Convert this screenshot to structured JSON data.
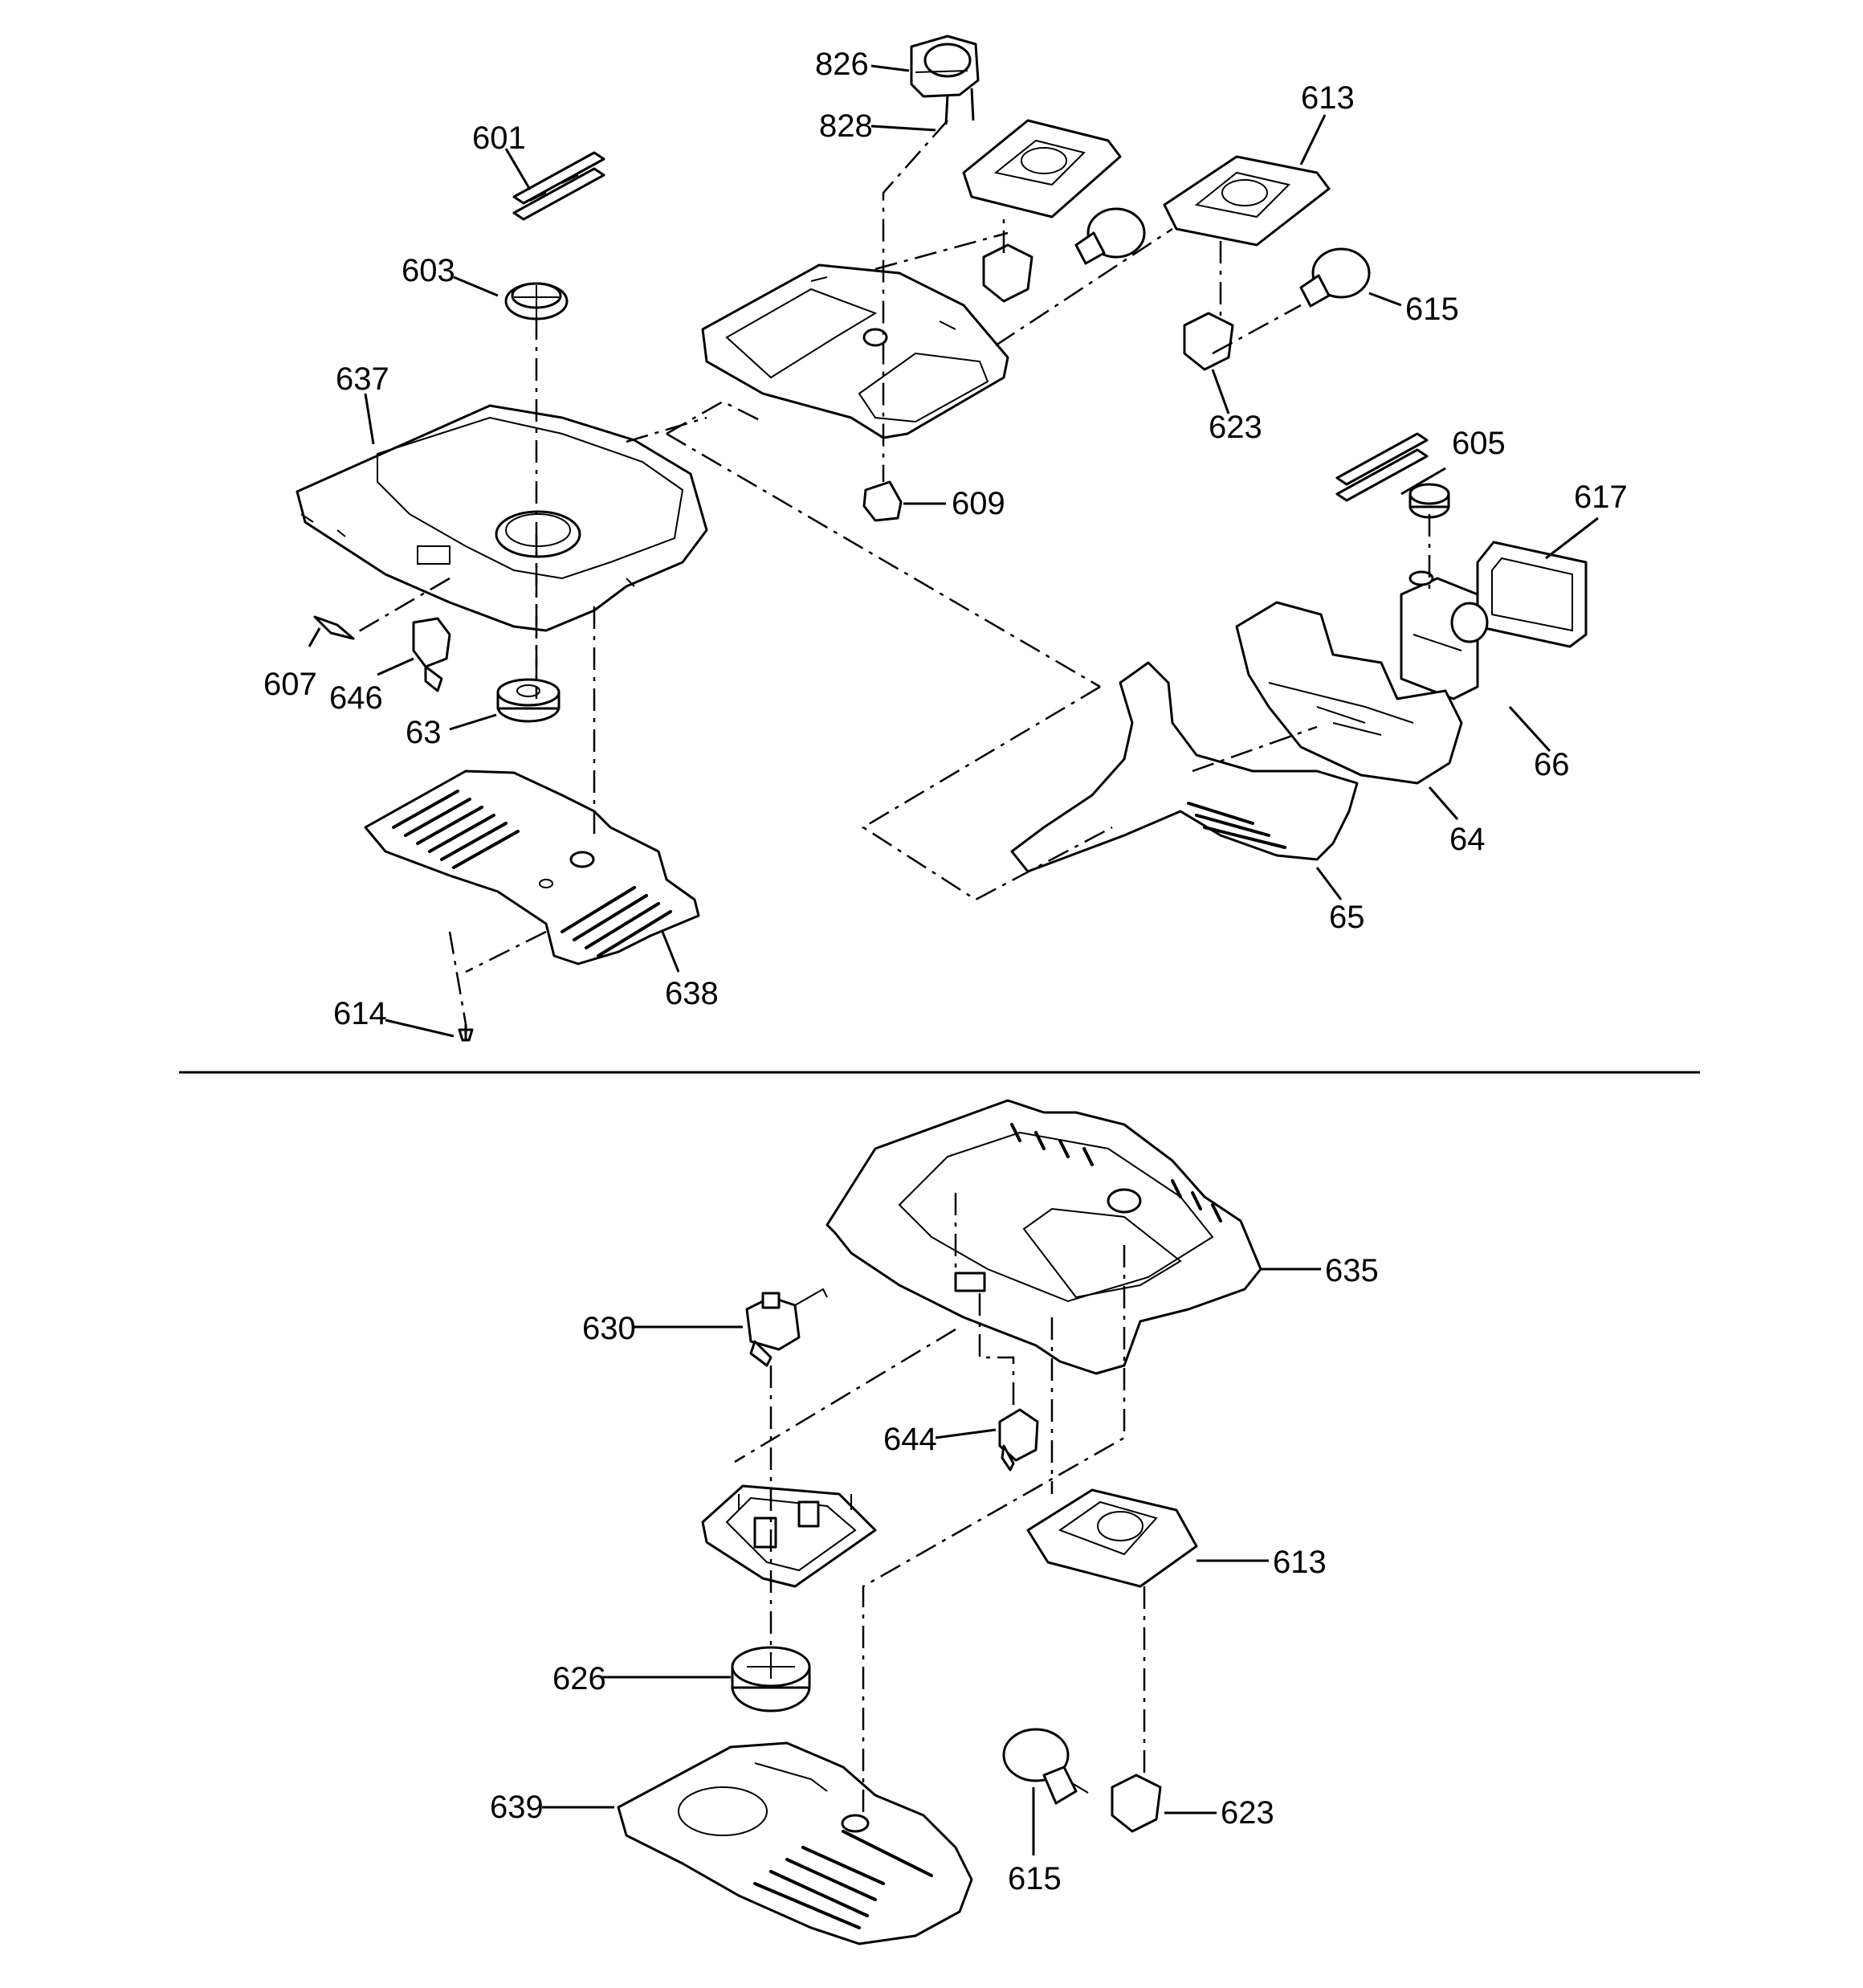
{
  "diagram": {
    "top_section": {
      "labels": {
        "p826": "826",
        "p828": "828",
        "p601": "601",
        "p603": "603",
        "p613": "613",
        "p615": "615",
        "p637": "637",
        "p623": "623",
        "p609": "609",
        "p605": "605",
        "p617": "617",
        "p607": "607",
        "p646": "646",
        "p63": "63",
        "p66": "66",
        "p64": "64",
        "p65": "65",
        "p614": "614",
        "p638": "638"
      }
    },
    "bottom_section": {
      "labels": {
        "p635": "635",
        "p630": "630",
        "p644": "644",
        "p613": "613",
        "p626": "626",
        "p639": "639",
        "p623": "623",
        "p615": "615"
      }
    }
  }
}
